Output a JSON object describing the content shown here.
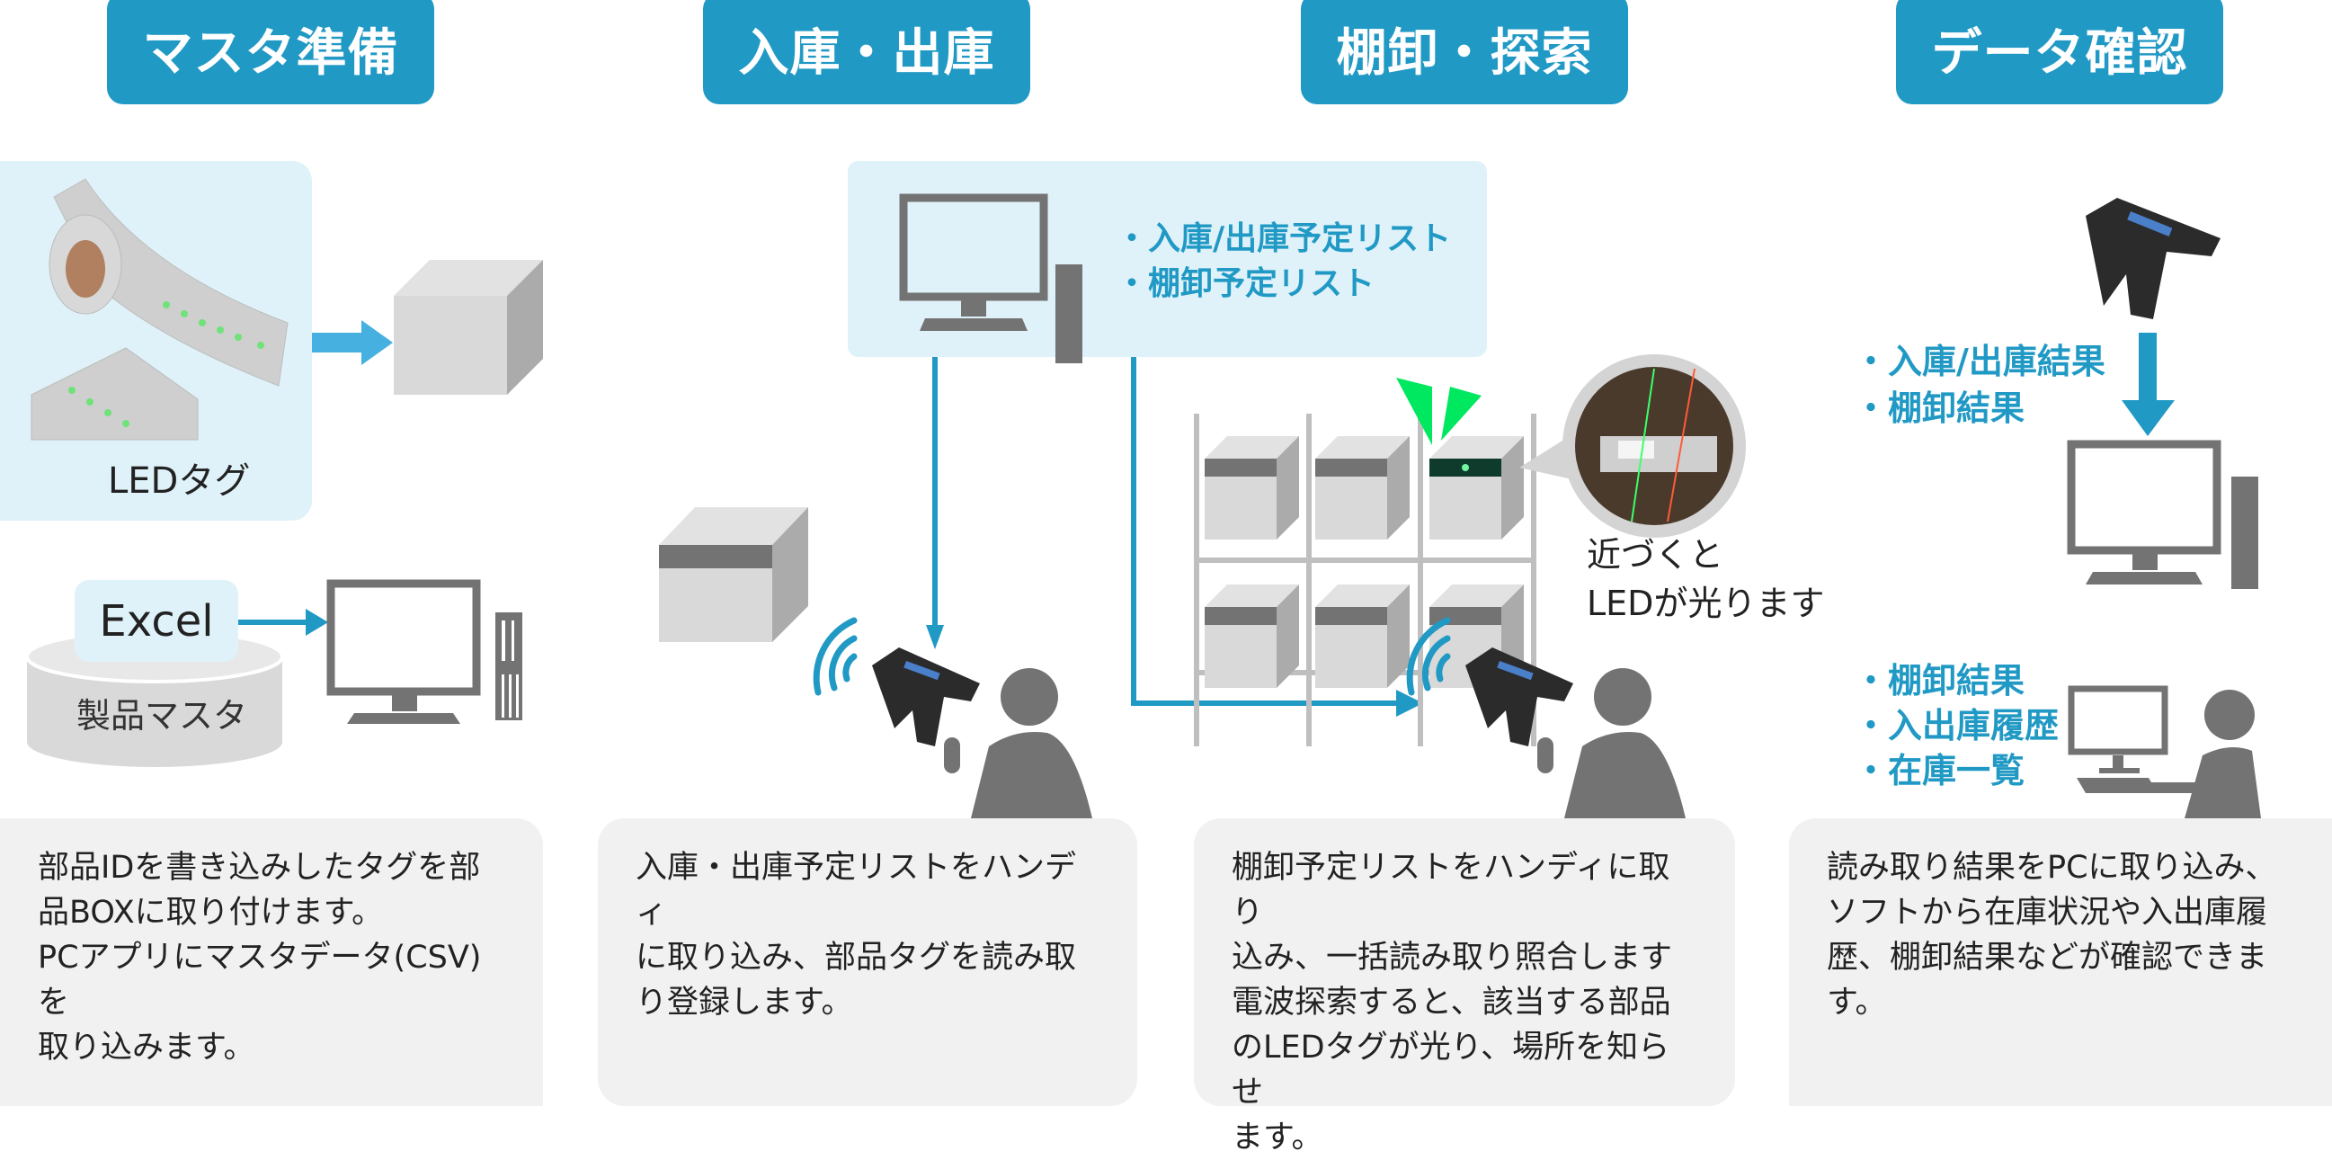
{
  "sections": [
    {
      "title": "マスタ準備",
      "led_tag_label": "LEDタグ",
      "excel_label": "Excel",
      "master_label": "製品マスタ",
      "description": "部品IDを書き込みしたタグを部\n品BOXに取り付けます。\nPCアプリにマスタデータ(CSV)を\n取り込みます。"
    },
    {
      "title": "入庫・出庫",
      "list_items": [
        "・入庫/出庫予定リスト",
        "・棚卸予定リスト"
      ],
      "description": "入庫・出庫予定リストをハンディ\nに取り込み、部品タグを読み取\nり登録します。"
    },
    {
      "title": "棚卸・探索",
      "callout": "近づくと\nLEDが光ります",
      "description": "棚卸予定リストをハンディに取り\n込み、一括読み取り照合します\n電波探索すると、該当する部品\nのLEDタグが光り、場所を知らせ\nます。"
    },
    {
      "title": "データ確認",
      "upload_items": "・入庫/出庫結果\n・棚卸結果",
      "view_items": "・棚卸結果\n・入出庫履歴\n・在庫一覧",
      "description": "読み取り結果をPCに取り込み、\nソフトから在庫状況や入出庫履\n歴、棚卸結果などが確認できま\nす。"
    }
  ],
  "icons": {
    "pc": "desktop-computer-icon",
    "handheld": "rfid-handheld-reader-icon",
    "person": "person-icon",
    "box": "parts-box-icon",
    "wave": "radio-wave-icon",
    "led": "led-glow-icon"
  },
  "colors": {
    "accent": "#2199c5",
    "panel": "#dff2f9",
    "desc_bg": "#f1f1f1",
    "icon_gray": "#737373",
    "led_green": "#00e860"
  }
}
